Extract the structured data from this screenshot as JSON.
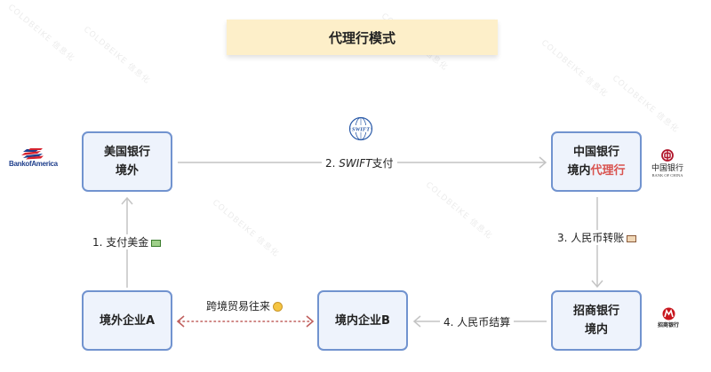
{
  "title": "代理行模式",
  "nodes": {
    "boa": {
      "line1": "美国银行",
      "line2": "境外"
    },
    "boc": {
      "line1": "中国银行",
      "line2_prefix": "境内",
      "line2_accent": "代理行"
    },
    "company_a": {
      "line1": "境外企业A"
    },
    "company_b": {
      "line1": "境内企业B"
    },
    "cmb": {
      "line1": "招商银行",
      "line2": "境内"
    }
  },
  "edges": {
    "step1": {
      "label": "1. 支付美金",
      "icon": "dollar-banknote-icon"
    },
    "step2": {
      "number": "2.",
      "label_italic": "SWIFT",
      "label_suffix": "支付",
      "icon": "swift-globe-icon"
    },
    "step3": {
      "label": "3. 人民币转账",
      "icon": "yen-banknote-icon"
    },
    "step4": {
      "label": "4. 人民币结算"
    },
    "trade": {
      "label": "跨境贸易往来",
      "icon": "smiley-face-icon"
    }
  },
  "logos": {
    "boa": {
      "text": "BankofAmerica"
    },
    "boc": {
      "cn": "中国银行",
      "en": "BANK OF CHINA"
    },
    "cmb": {
      "cn": "招商银行"
    },
    "swift": {
      "text": "SWIFT"
    }
  },
  "colors": {
    "title_bg": "#fdefc9",
    "node_bg": "#eef3fc",
    "node_border": "#7193cf",
    "arrow": "#c4c4c4",
    "trade_arrow": "#c0605e",
    "accent_red": "#d9534f"
  },
  "watermark": "COLDBEIKE 信息化"
}
